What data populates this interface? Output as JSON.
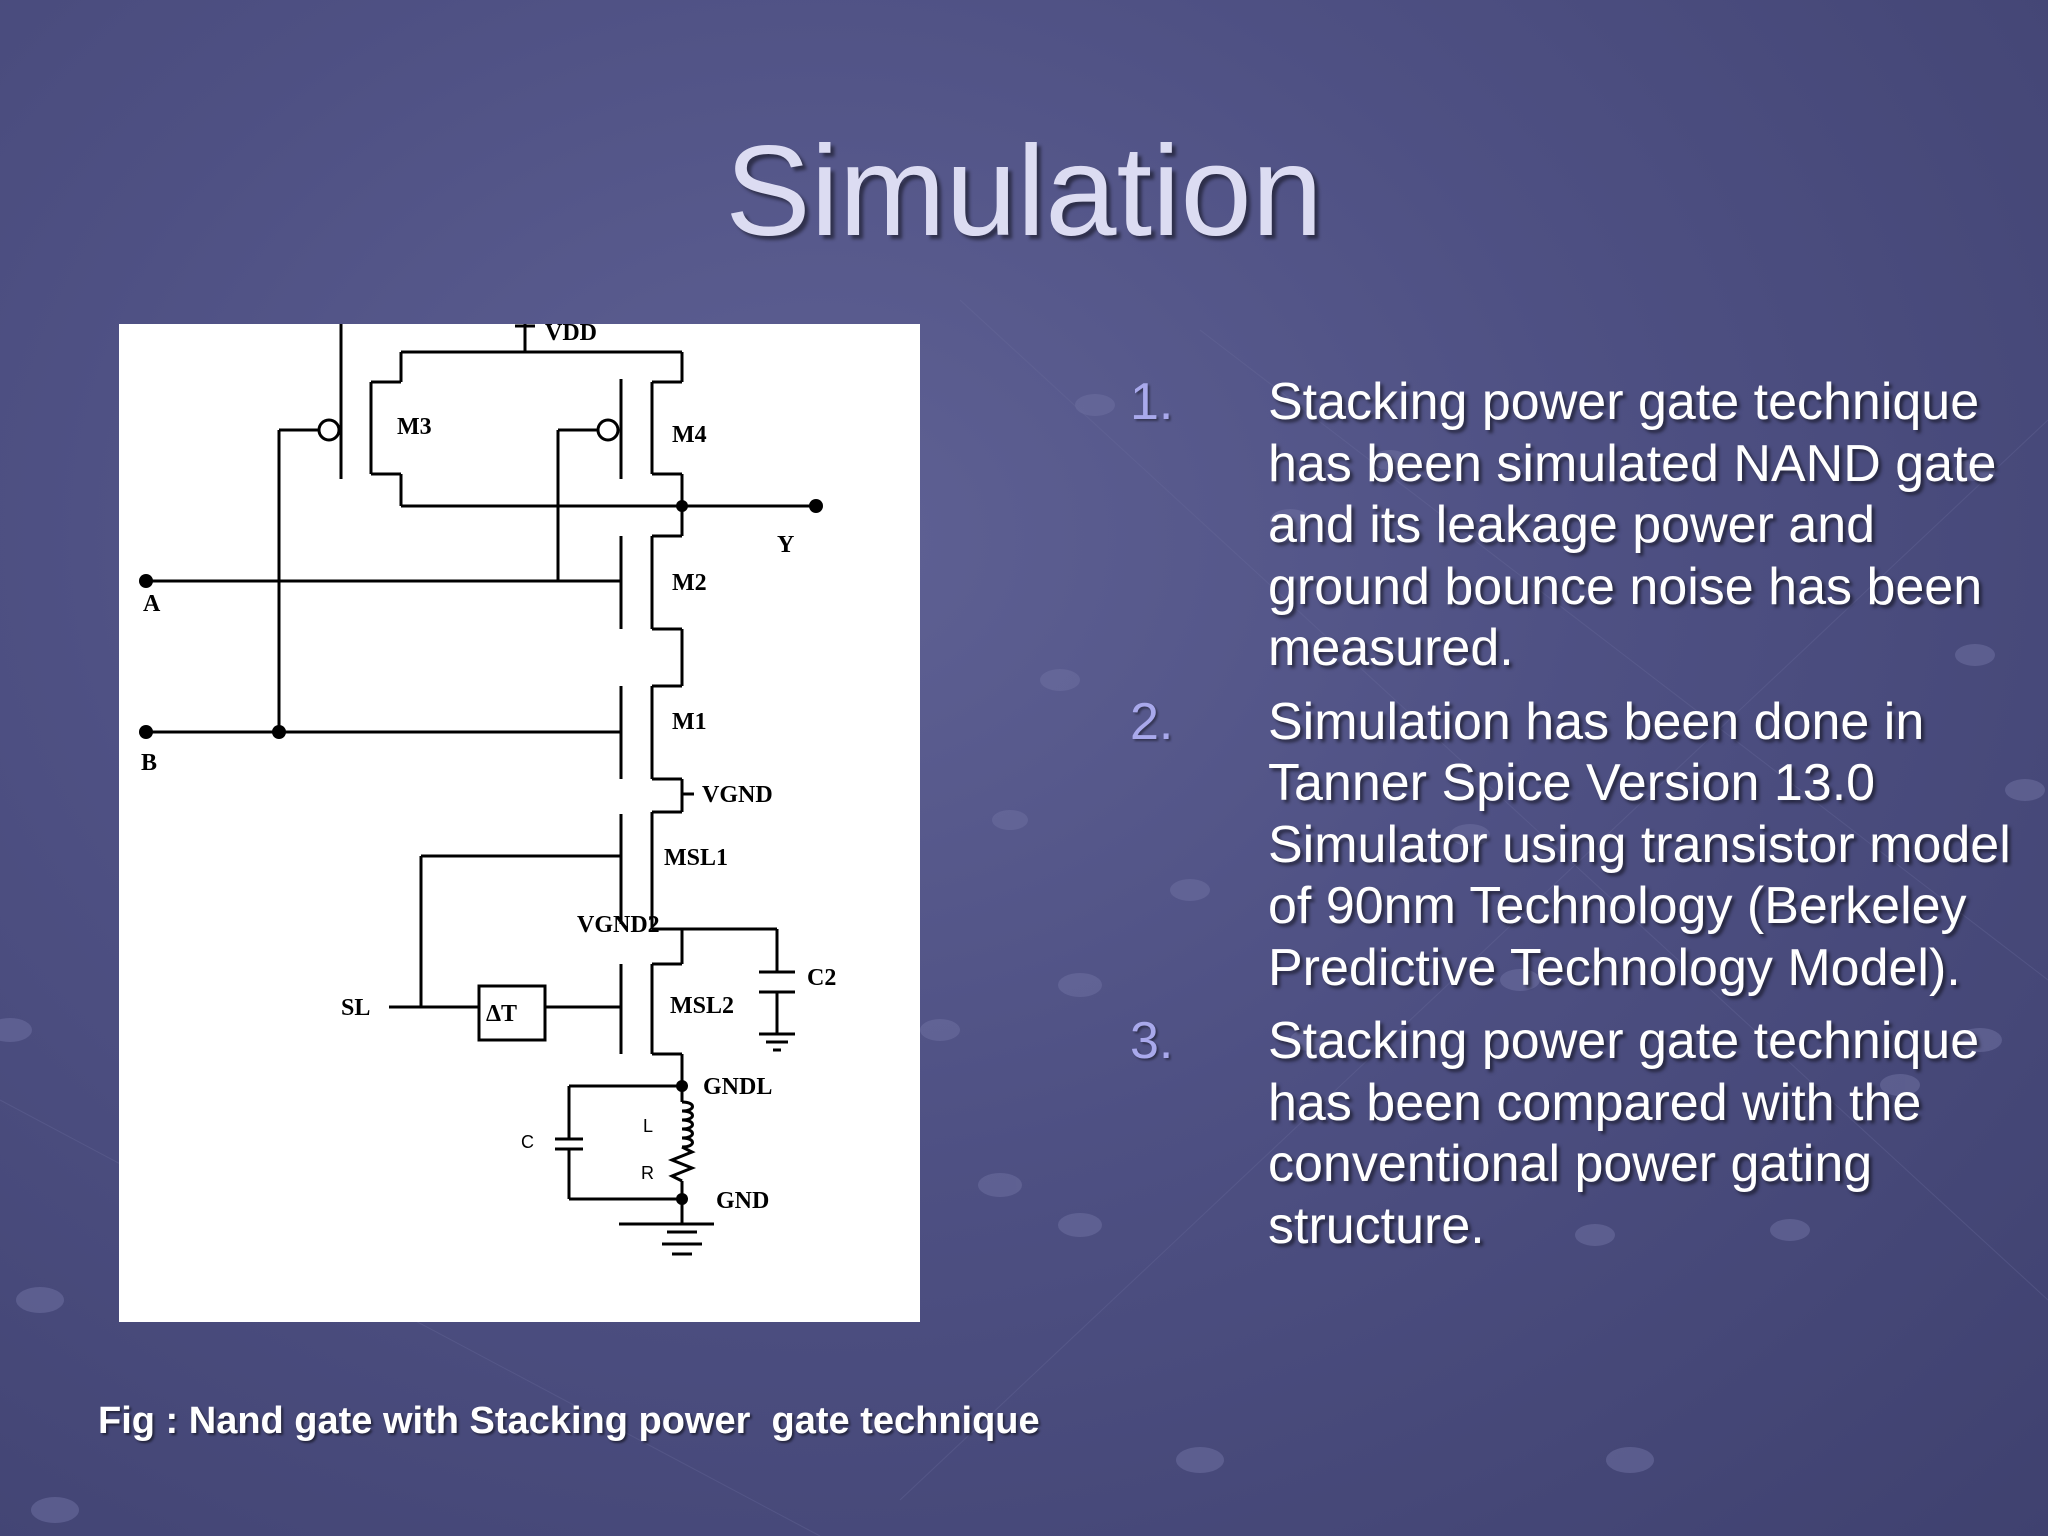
{
  "slide": {
    "title": "Simulation",
    "caption": "Fig : Nand gate with Stacking power  gate technique"
  },
  "points": [
    {
      "number": "1.",
      "text": "Stacking power gate technique has been simulated NAND gate  and its leakage power and ground bounce noise has been measured."
    },
    {
      "number": "2.",
      "text": "Simulation has been done in Tanner Spice Version 13.0 Simulator using transistor model of 90nm Technology (Berkeley Predictive Technology Model)."
    },
    {
      "number": "3.",
      "text": "Stacking power gate technique has been compared with the conventional power gating structure."
    }
  ],
  "circuit": {
    "labels": {
      "vdd": "VDD",
      "m3": "M3",
      "m4": "M4",
      "y": "Y",
      "a": "A",
      "m2": "M2",
      "b": "B",
      "m1": "M1",
      "vgnd": "VGND",
      "msl1": "MSL1",
      "vgnd2": "VGND2",
      "c2": "C2",
      "sl": "SL",
      "delay": "ΔT",
      "msl2": "MSL2",
      "gndl": "GNDL",
      "c": "C",
      "l": "L",
      "r": "R",
      "gnd": "GND"
    }
  },
  "colors": {
    "background": "#4e5083",
    "title": "#dcdcf2",
    "list_number": "#a9a9ec",
    "text": "#ffffff"
  }
}
